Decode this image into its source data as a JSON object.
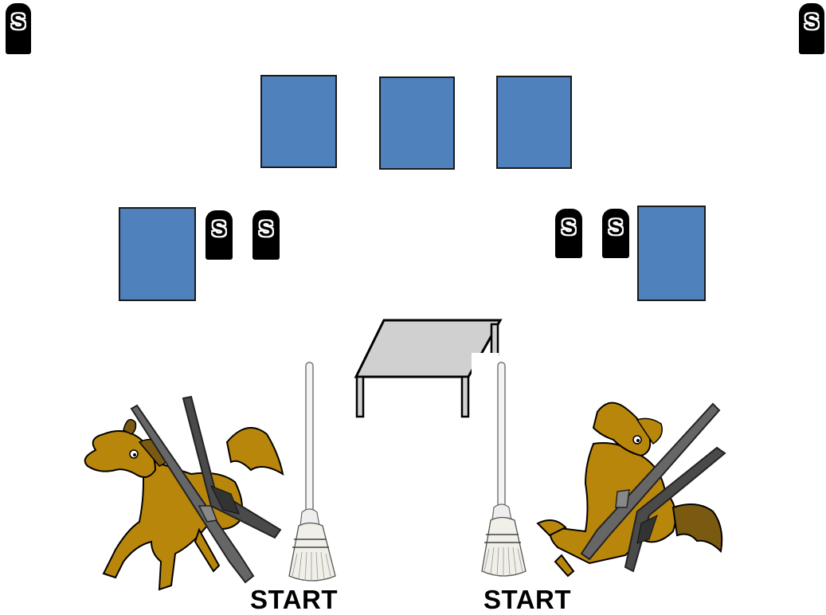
{
  "colors": {
    "target": "#4f81bd",
    "table_top": "#d0d0d0",
    "horse": "#b8860b",
    "horse_mane": "#7a5a10",
    "broom_head": "#e8e8e0",
    "gun_metal": "#555555"
  },
  "icons": {
    "stone": "tombstone-s-icon",
    "horse": "stick-horse-icon",
    "rifle": "rifle-icon",
    "shotgun": "shotgun-icon",
    "broom": "broom-icon",
    "table": "table-icon"
  },
  "stones": {
    "label": "S"
  },
  "positions": {
    "left_label": "START",
    "right_label": "START"
  }
}
